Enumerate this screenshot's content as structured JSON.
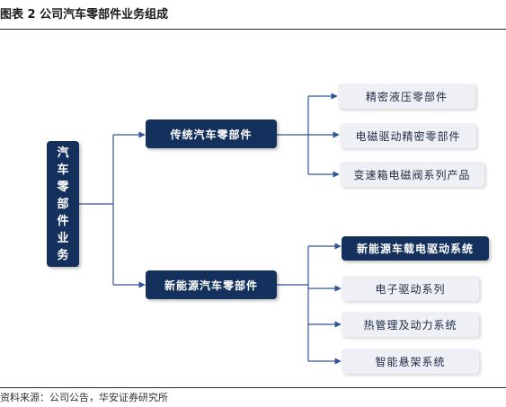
{
  "title": "图表 2 公司汽车零部件业务组成",
  "root": {
    "chars": [
      "汽",
      "车",
      "零",
      "部",
      "件",
      "业",
      "务"
    ]
  },
  "branches": {
    "traditional": {
      "label": "传统汽车零部件",
      "children": [
        "精密液压零部件",
        "电磁驱动精密零部件",
        "变速箱电磁阀系列产品"
      ]
    },
    "new_energy": {
      "label": "新能源汽车零部件",
      "children": [
        "新能源车载电驱动系统",
        "电子驱动系列",
        "热管理及动力系统",
        "智能悬架系统"
      ]
    }
  },
  "source": "资料来源：公司公告，华安证券研究所",
  "colors": {
    "dark": "#14315e",
    "light": "#eef0f5",
    "line": "#2f5597"
  }
}
